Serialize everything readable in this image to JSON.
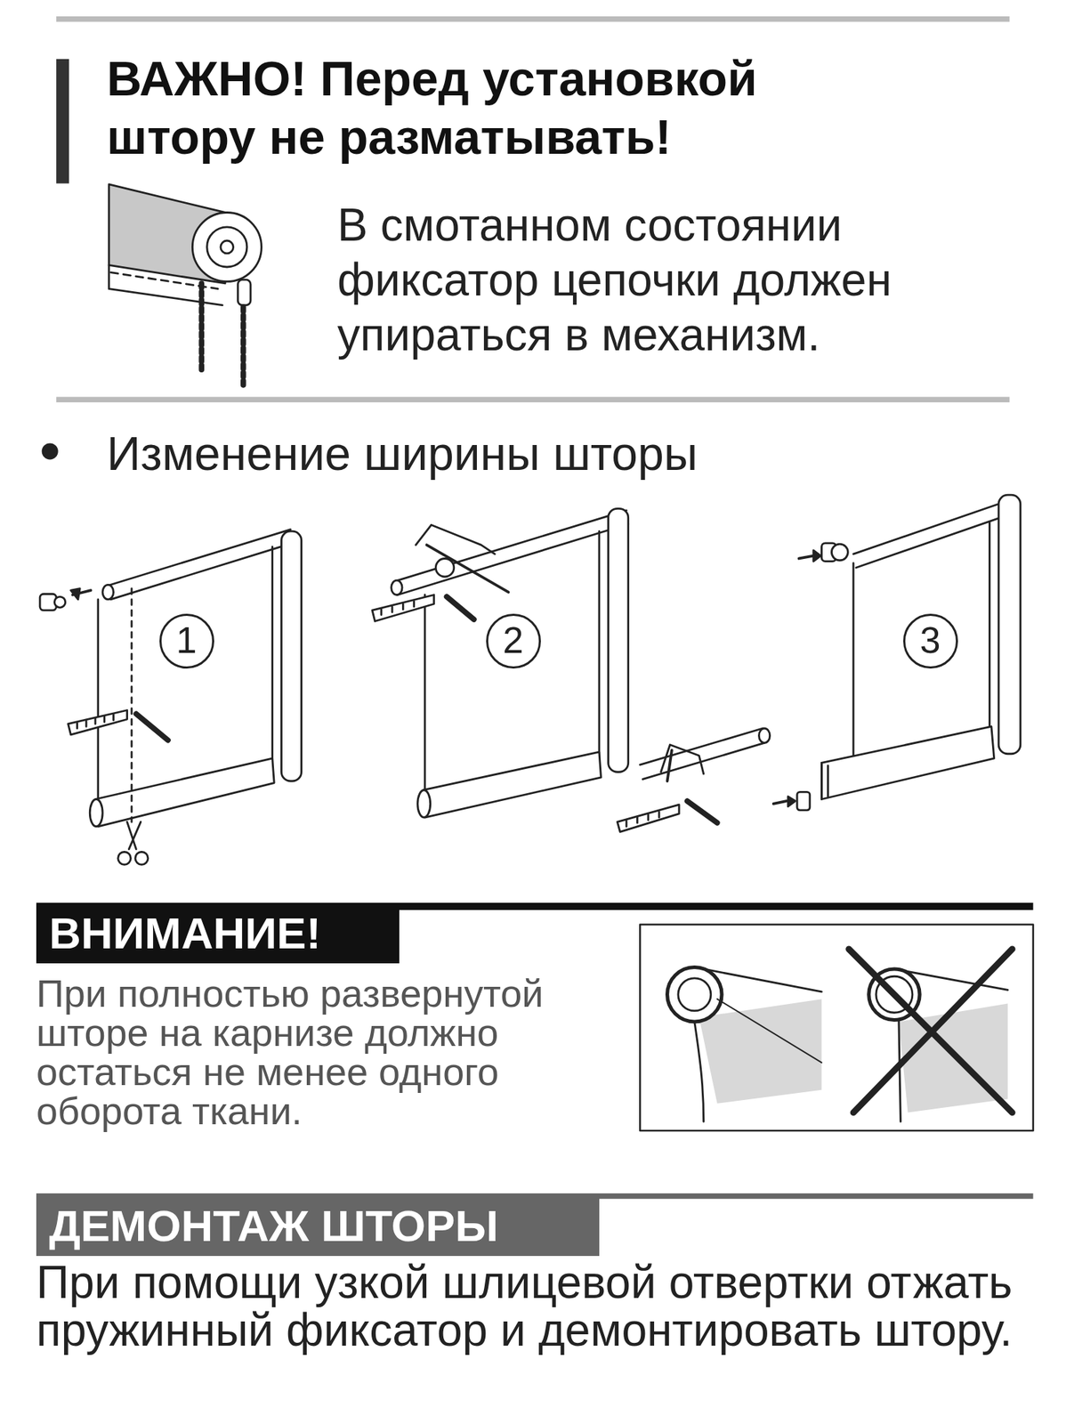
{
  "diagram": {
    "nodes": [
      {
        "text": [
          "1"
        ]
      },
      {
        "text": [
          "2"
        ]
      },
      {
        "text": [
          "3"
        ]
      },
      {
        "text": [
          "ВНИМАНИЕ!"
        ]
      },
      {
        "text": [
          "ДЕМОНТАЖ ШТОРЫ"
        ]
      }
    ],
    "labels": [
      "ВАЖНО! Перед установкой штору не разматывать!",
      "В смотанном состоянии фиксатор цепочки должен упираться в механизм.",
      "Изменение ширины шторы",
      "При полностью развернутой шторе на карнизе должно остаться не менее одного оборота ткани.",
      "При помощи узкой шлицевой отвертки отжать пружинный фиксатор и демонтировать штору."
    ]
  }
}
